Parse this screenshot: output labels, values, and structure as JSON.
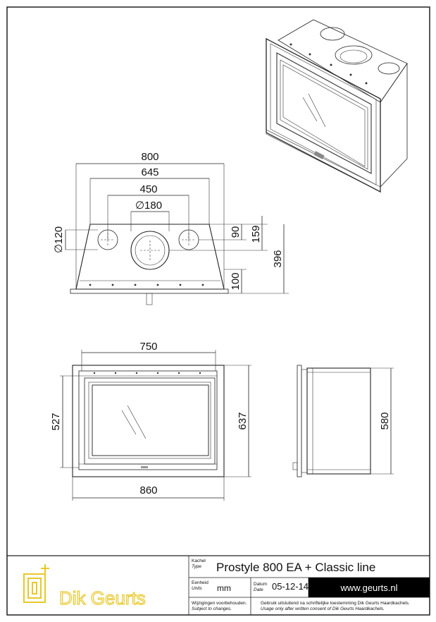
{
  "dimensions": {
    "top_view": {
      "width_800": "800",
      "width_645": "645",
      "width_450": "450",
      "diameter_180": "∅180",
      "diameter_120": "∅120",
      "h_90": "90",
      "h_159": "159",
      "h_396": "396",
      "h_100": "100"
    },
    "front_view": {
      "w_750": "750",
      "w_860": "860",
      "h_527": "527",
      "h_637": "637"
    },
    "side_view": {
      "h_580": "580"
    }
  },
  "title_block": {
    "logo_text": "Dik Geurts",
    "type_label_nl": "Kachel",
    "type_label_en": "Type",
    "type_value": "Prostyle 800 EA + Classic line",
    "units_label_nl": "Eenheid",
    "units_label_en": "Units",
    "units_value": "mm",
    "date_label_nl": "Datum",
    "date_label_en": "Date",
    "date_value": "05-12-14",
    "website": "www.geurts.nl",
    "note_changes_nl": "Wijzigingen voorbehouden.",
    "note_changes_en": "Subject to changes.",
    "note_usage_nl": "Gebruik uitsluitend na schriftelijke toestemming Dik Geurts Haardkachels.",
    "note_usage_en": "Usage only after written consent of Dik Geurts Haardkachels."
  },
  "colors": {
    "logo": "#e8c82a",
    "website_bg": "#000000",
    "website_fg": "#ffffff"
  }
}
